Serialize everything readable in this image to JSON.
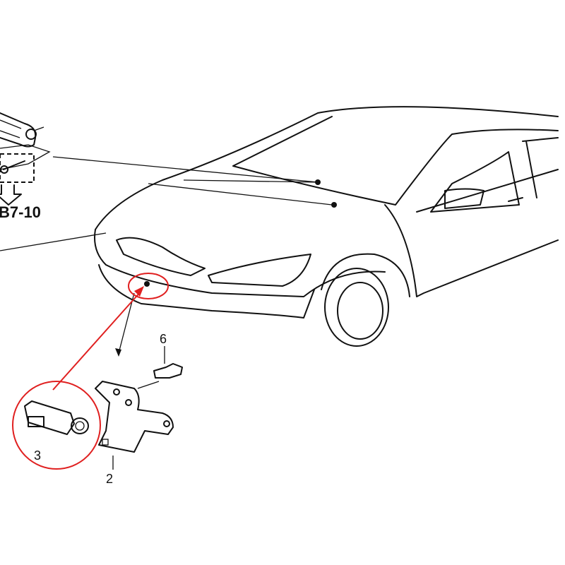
{
  "labels": {
    "ref": "B7-10",
    "part_6": "6",
    "part_3": "3",
    "part_2": "2"
  },
  "colors": {
    "line": "#111111",
    "highlight": "#e02020"
  }
}
